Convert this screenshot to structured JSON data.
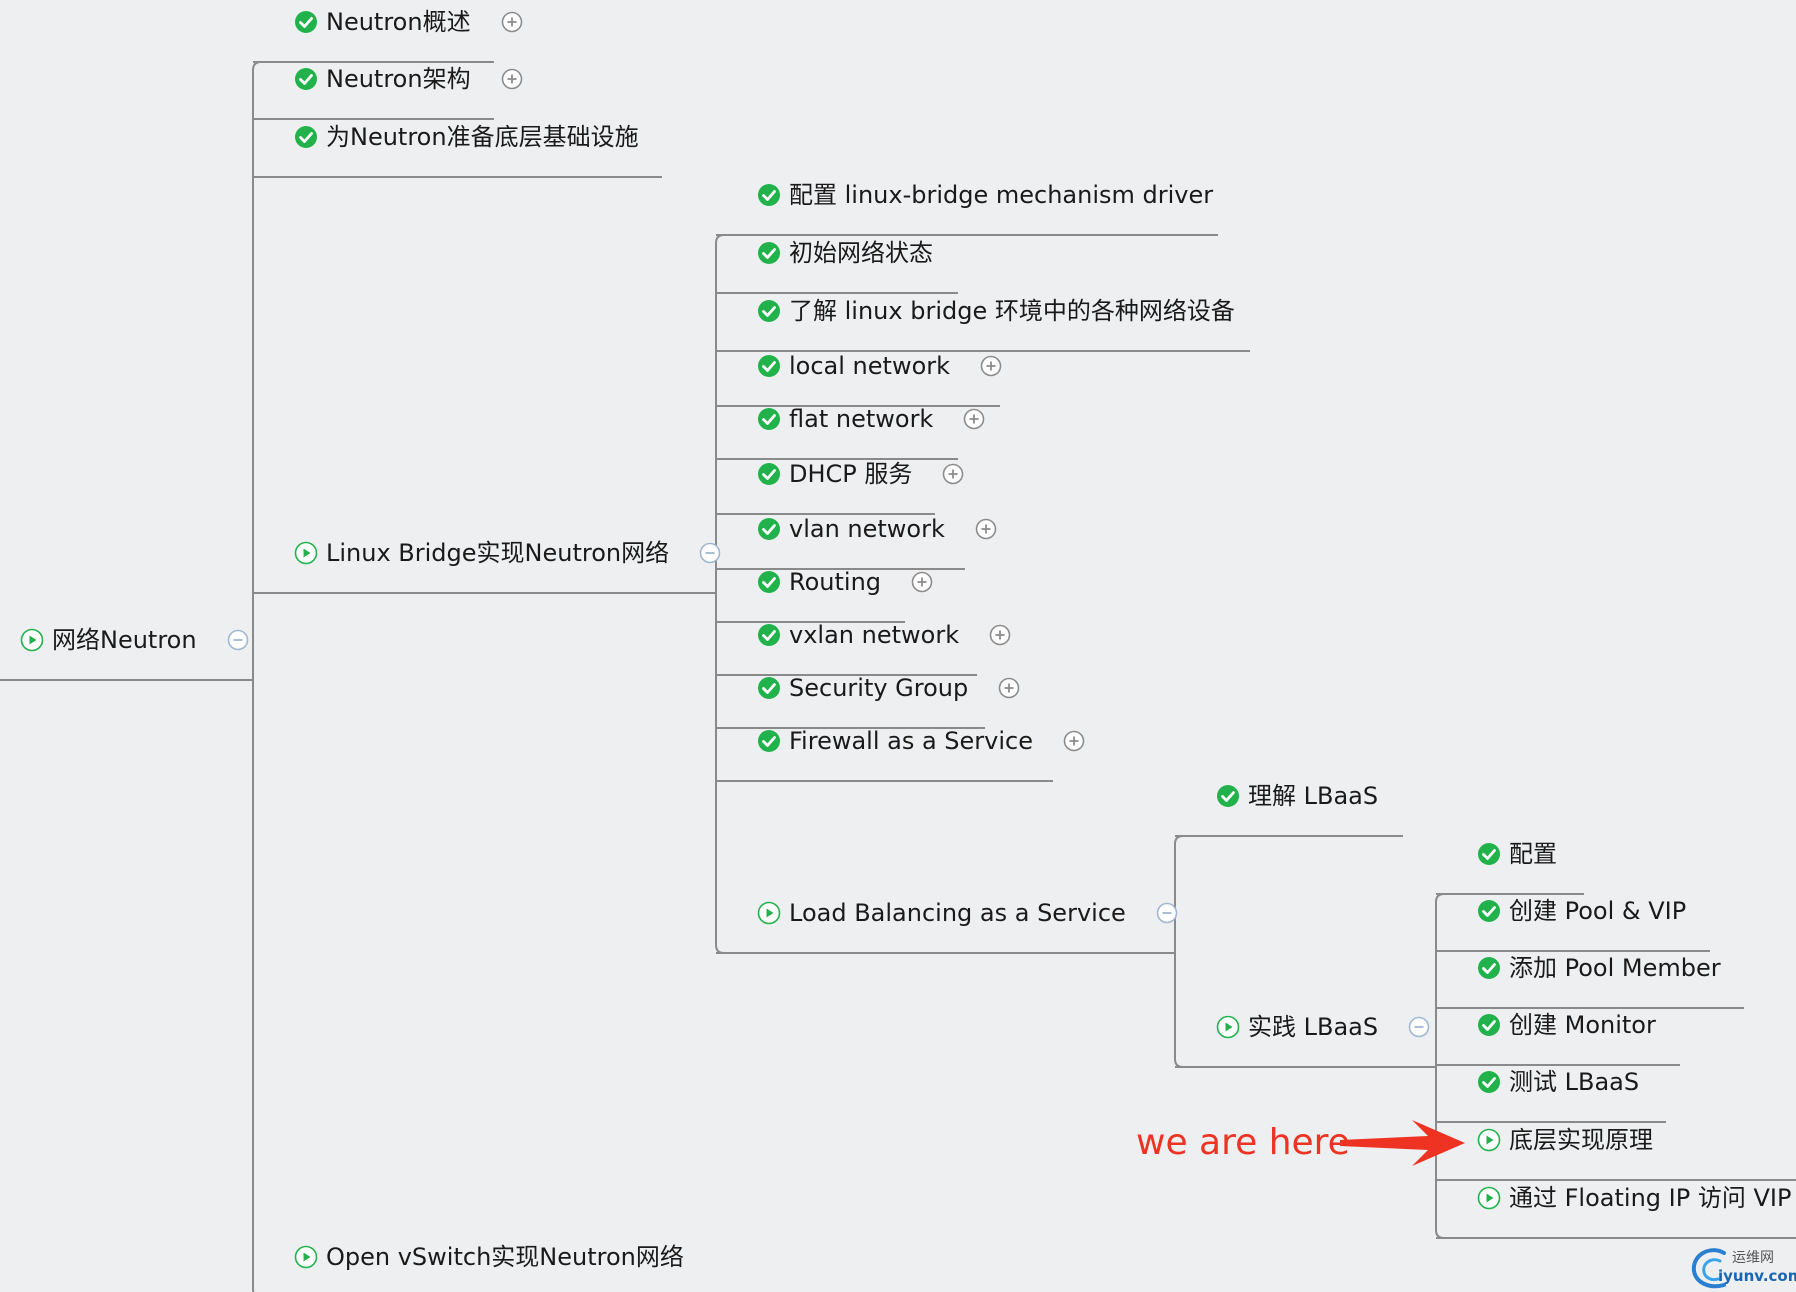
{
  "colors": {
    "line": "#8a8a8a",
    "done": "#22b24c",
    "progress": "#22b24c",
    "toggle": "#8c8c8c",
    "collapse_toggle": "#9fb7d3",
    "annotation": "#ee3322",
    "background": "#eeeff1"
  },
  "annotation": {
    "text": "we are here",
    "target": "n-principle",
    "arrow_icon": "red-arrow-icon"
  },
  "watermark": {
    "chinese": "运维网",
    "domain": "iyunv.com"
  },
  "nodes": [
    {
      "id": "n-root",
      "label": "网络Neutron",
      "status": "progress",
      "toggle": "collapse"
    },
    {
      "id": "n-overview",
      "parent": "n-root",
      "label": "Neutron概述",
      "status": "done",
      "toggle": "expand"
    },
    {
      "id": "n-arch",
      "parent": "n-root",
      "label": "Neutron架构",
      "status": "done",
      "toggle": "expand"
    },
    {
      "id": "n-infra",
      "parent": "n-root",
      "label": "为Neutron准备底层基础设施",
      "status": "done",
      "toggle": "none"
    },
    {
      "id": "n-lb",
      "parent": "n-root",
      "label": "Linux Bridge实现Neutron网络",
      "status": "progress",
      "toggle": "collapse"
    },
    {
      "id": "n-ovs",
      "parent": "n-root",
      "label": "Open vSwitch实现Neutron网络",
      "status": "progress",
      "toggle": "none"
    },
    {
      "id": "n-lbdriver",
      "parent": "n-lb",
      "label": "配置 linux-bridge mechanism driver",
      "status": "done",
      "toggle": "none"
    },
    {
      "id": "n-initstate",
      "parent": "n-lb",
      "label": "初始网络状态",
      "status": "done",
      "toggle": "none"
    },
    {
      "id": "n-devices",
      "parent": "n-lb",
      "label": "了解 linux bridge 环境中的各种网络设备",
      "status": "done",
      "toggle": "none"
    },
    {
      "id": "n-local",
      "parent": "n-lb",
      "label": "local network",
      "status": "done",
      "toggle": "expand"
    },
    {
      "id": "n-flat",
      "parent": "n-lb",
      "label": "flat network",
      "status": "done",
      "toggle": "expand"
    },
    {
      "id": "n-dhcp",
      "parent": "n-lb",
      "label": "DHCP 服务",
      "status": "done",
      "toggle": "expand"
    },
    {
      "id": "n-vlan",
      "parent": "n-lb",
      "label": "vlan network",
      "status": "done",
      "toggle": "expand"
    },
    {
      "id": "n-routing",
      "parent": "n-lb",
      "label": "Routing",
      "status": "done",
      "toggle": "expand"
    },
    {
      "id": "n-vxlan",
      "parent": "n-lb",
      "label": "vxlan network",
      "status": "done",
      "toggle": "expand"
    },
    {
      "id": "n-secgroup",
      "parent": "n-lb",
      "label": "Security Group",
      "status": "done",
      "toggle": "expand"
    },
    {
      "id": "n-fwaas",
      "parent": "n-lb",
      "label": "Firewall as a Service",
      "status": "done",
      "toggle": "expand"
    },
    {
      "id": "n-lbaas",
      "parent": "n-lb",
      "label": "Load Balancing as a Service",
      "status": "progress",
      "toggle": "collapse"
    },
    {
      "id": "n-understand",
      "parent": "n-lbaas",
      "label": "理解 LBaaS",
      "status": "done",
      "toggle": "none"
    },
    {
      "id": "n-practice",
      "parent": "n-lbaas",
      "label": "实践 LBaaS",
      "status": "progress",
      "toggle": "collapse"
    },
    {
      "id": "n-config",
      "parent": "n-practice",
      "label": "配置",
      "status": "done",
      "toggle": "none"
    },
    {
      "id": "n-pool",
      "parent": "n-practice",
      "label": "创建 Pool & VIP",
      "status": "done",
      "toggle": "none"
    },
    {
      "id": "n-member",
      "parent": "n-practice",
      "label": "添加 Pool Member",
      "status": "done",
      "toggle": "none"
    },
    {
      "id": "n-monitor",
      "parent": "n-practice",
      "label": "创建 Monitor",
      "status": "done",
      "toggle": "none"
    },
    {
      "id": "n-test",
      "parent": "n-practice",
      "label": "测试 LBaaS",
      "status": "done",
      "toggle": "none"
    },
    {
      "id": "n-principle",
      "parent": "n-practice",
      "label": "底层实现原理",
      "status": "progress",
      "toggle": "none"
    },
    {
      "id": "n-floating",
      "parent": "n-practice",
      "label": "通过 Floating IP 访问 VIP",
      "status": "progress",
      "toggle": "none"
    }
  ]
}
